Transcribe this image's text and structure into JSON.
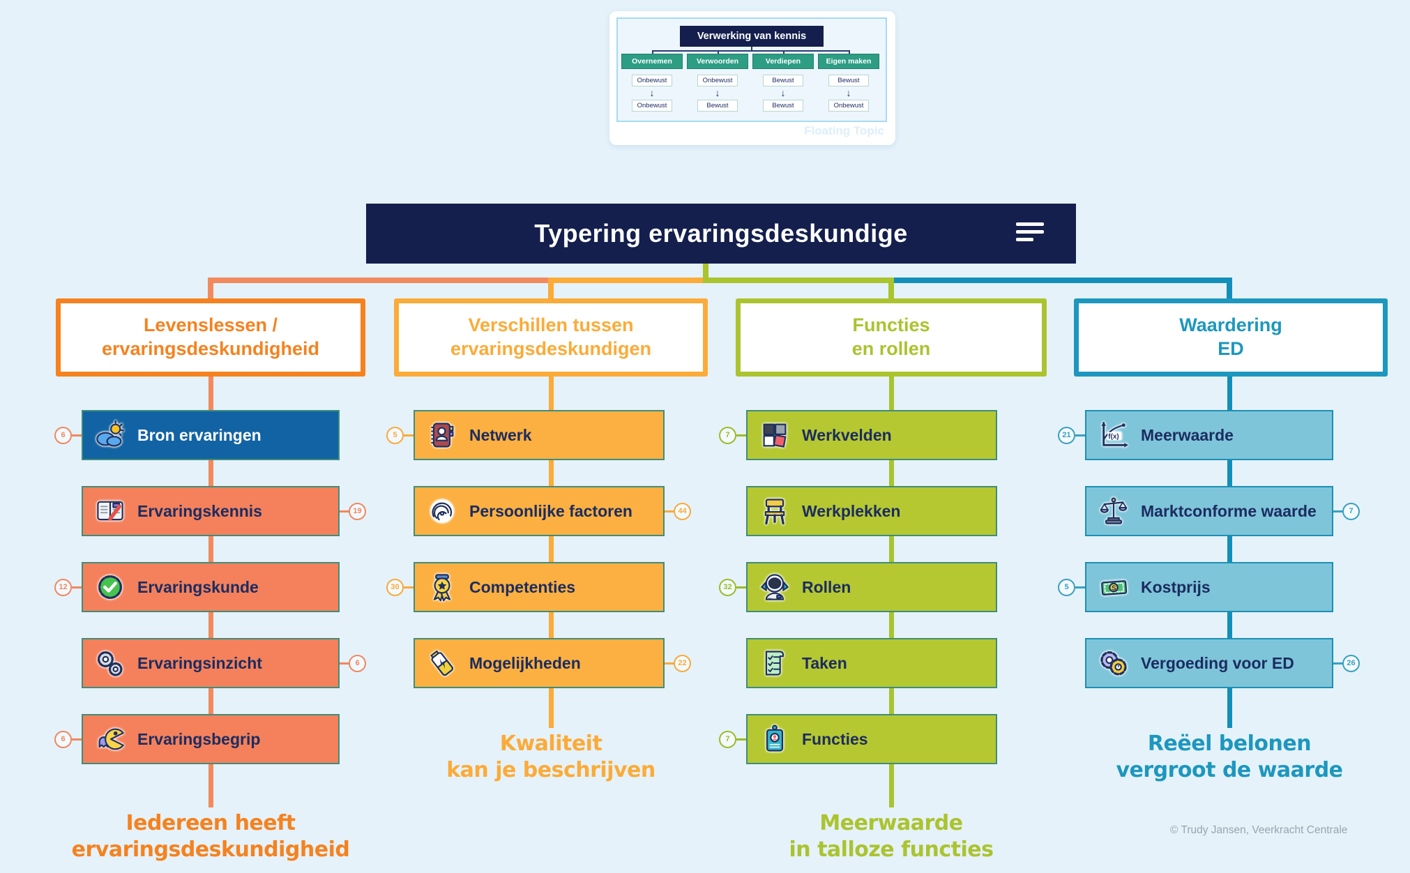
{
  "title_bar": {
    "title": "Typering ervaringsdeskundige"
  },
  "floating_topic": {
    "title": "Verwerking van kennis",
    "watermark": "Floating Topic",
    "columns": [
      {
        "label": "Overnemen",
        "top": "Onbewust",
        "bottom": "Onbewust"
      },
      {
        "label": "Verwoorden",
        "top": "Onbewust",
        "bottom": "Bewust"
      },
      {
        "label": "Verdiepen",
        "top": "Bewust",
        "bottom": "Bewust"
      },
      {
        "label": "Eigen maken",
        "top": "Bewust",
        "bottom": "Onbewust"
      }
    ]
  },
  "colors": {
    "background": "#e5f2fa",
    "navy": "#141f4d",
    "node_text": "#1c2c60",
    "node_border": "#3f8d7b"
  },
  "branches": [
    {
      "id": "levenslessen",
      "header": [
        "Levenslessen /",
        "ervaringsdeskundigheid"
      ],
      "accent": "#f5821f",
      "line": "#f28a5e",
      "fill": "#f4815c",
      "badge": "#ef8760",
      "footer": [
        "Iedereen heeft",
        "ervaringsdeskundigheid"
      ],
      "nodes": [
        {
          "label": "Bron ervaringen",
          "icon": "sun-cloud-icon",
          "badge": "6",
          "badge_side": "left",
          "fill": "#1263a3",
          "text": "#ffffff"
        },
        {
          "label": "Ervaringskennis",
          "icon": "book-pencil-icon",
          "badge": "19",
          "badge_side": "right"
        },
        {
          "label": "Ervaringskunde",
          "icon": "check-badge-icon",
          "badge": "12",
          "badge_side": "left"
        },
        {
          "label": "Ervaringsinzicht",
          "icon": "gears-icon",
          "badge": "6",
          "badge_side": "right"
        },
        {
          "label": "Ervaringsbegrip",
          "icon": "pacman-icon",
          "badge": "6",
          "badge_side": "left"
        }
      ]
    },
    {
      "id": "verschillen",
      "header": [
        "Verschillen tussen",
        "ervaringsdeskundigen"
      ],
      "accent": "#fbab38",
      "line": "#fbab38",
      "fill": "#fbb041",
      "badge": "#f9a93a",
      "footer": [
        "Kwaliteit",
        "kan je beschrijven"
      ],
      "nodes": [
        {
          "label": "Netwerk",
          "icon": "address-book-icon",
          "badge": "5",
          "badge_side": "left"
        },
        {
          "label": "Persoonlijke factoren",
          "icon": "fingerprint-icon",
          "badge": "44",
          "badge_side": "right"
        },
        {
          "label": "Competenties",
          "icon": "medal-icon",
          "badge": "30",
          "badge_side": "left"
        },
        {
          "label": "Mogelijkheden",
          "icon": "battery-icon",
          "badge": "22",
          "badge_side": "right"
        }
      ]
    },
    {
      "id": "functies-rollen",
      "header": [
        "Functies",
        "en rollen"
      ],
      "accent": "#abc32f",
      "line": "#a9c42d",
      "fill": "#b5c831",
      "badge": "#9cbb2a",
      "footer": [
        "Meerwaarde",
        "in talloze functies"
      ],
      "nodes": [
        {
          "label": "Werkvelden",
          "icon": "puzzle-icon",
          "badge": "7",
          "badge_side": "left"
        },
        {
          "label": "Werkplekken",
          "icon": "chair-icon"
        },
        {
          "label": "Rollen",
          "icon": "astronaut-icon",
          "badge": "32",
          "badge_side": "left"
        },
        {
          "label": "Taken",
          "icon": "checklist-icon"
        },
        {
          "label": "Functies",
          "icon": "id-badge-icon",
          "badge": "7",
          "badge_side": "left"
        }
      ]
    },
    {
      "id": "waardering-ed",
      "header": [
        "Waardering",
        "ED"
      ],
      "accent": "#1d97be",
      "line": "#128fb9",
      "fill": "#7ec5da",
      "badge": "#3aa0c0",
      "node_border": "#1d8fb4",
      "footer": [
        "Reëel belonen",
        "vergroot de waarde"
      ],
      "nodes": [
        {
          "label": "Meerwaarde",
          "icon": "fx-graph-icon",
          "badge": "21",
          "badge_side": "left"
        },
        {
          "label": "Marktconforme waarde",
          "icon": "scales-icon",
          "badge": "7",
          "badge_side": "right"
        },
        {
          "label": "Kostprijs",
          "icon": "banknote-icon",
          "badge": "5",
          "badge_side": "left"
        },
        {
          "label": "Vergoeding voor ED",
          "icon": "chips-icon",
          "badge": "26",
          "badge_side": "right"
        }
      ]
    }
  ],
  "copyright": "© Trudy Jansen, Veerkracht Centrale"
}
